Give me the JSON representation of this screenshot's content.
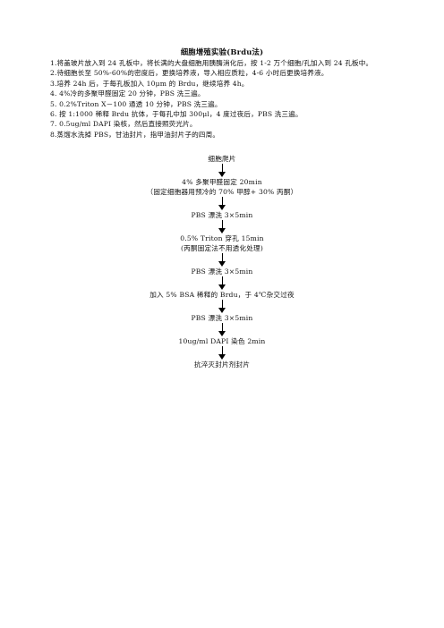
{
  "document": {
    "title": "细胞增殖实验(Brdu法)",
    "steps": [
      "1.将盖玻片放入到 24 孔板中，将长满的大盘细胞用胰酶消化后，按 1-2 万个细胞/孔加入到 24 孔板中。",
      "2.待细胞长至 50%-60%的密度后，更换培养液，导入相应质粒，4-6 小时后更换培养液。",
      "3.培养 24h 后，于每孔板加入 10μm 的 Brdu，继续培养 4h。",
      "4. 4%冷的多聚甲醛固定 20 分钟，PBS 洗三遍。",
      "5. 0.2%Triton X－100 通透 10 分钟，PBS 洗三遍。",
      "6. 按 1:1000 稀释 Brdu 抗体，于每孔中加 300μl，4 度过夜后，PBS 洗三遍。",
      "7. 0.5ug/ml DAPI 染核，然后直接照荧光片。",
      "8.蒸馏水洗掉 PBS，甘油封片，指甲油封片子的四周。"
    ]
  },
  "flowchart": {
    "nodes": [
      [
        "细胞爬片"
      ],
      [
        "4% 多聚甲醛固定 20min",
        "（固定细胞器用预冷的 70% 甲醇+ 30% 丙酮）"
      ],
      [
        "PBS 漂洗 3×5min"
      ],
      [
        "0.5% Triton 穿孔 15min",
        "(丙酮固定法不用透化处理)"
      ],
      [
        "PBS 漂洗 3×5min"
      ],
      [
        "加入 5% BSA 稀释的 Brdu，于 4℃杂交过夜"
      ],
      [
        "PBS 漂洗 3×5min"
      ],
      [
        "10ug/ml DAPI 染色 2min"
      ],
      [
        "抗淬灭封片剂封片"
      ]
    ]
  }
}
